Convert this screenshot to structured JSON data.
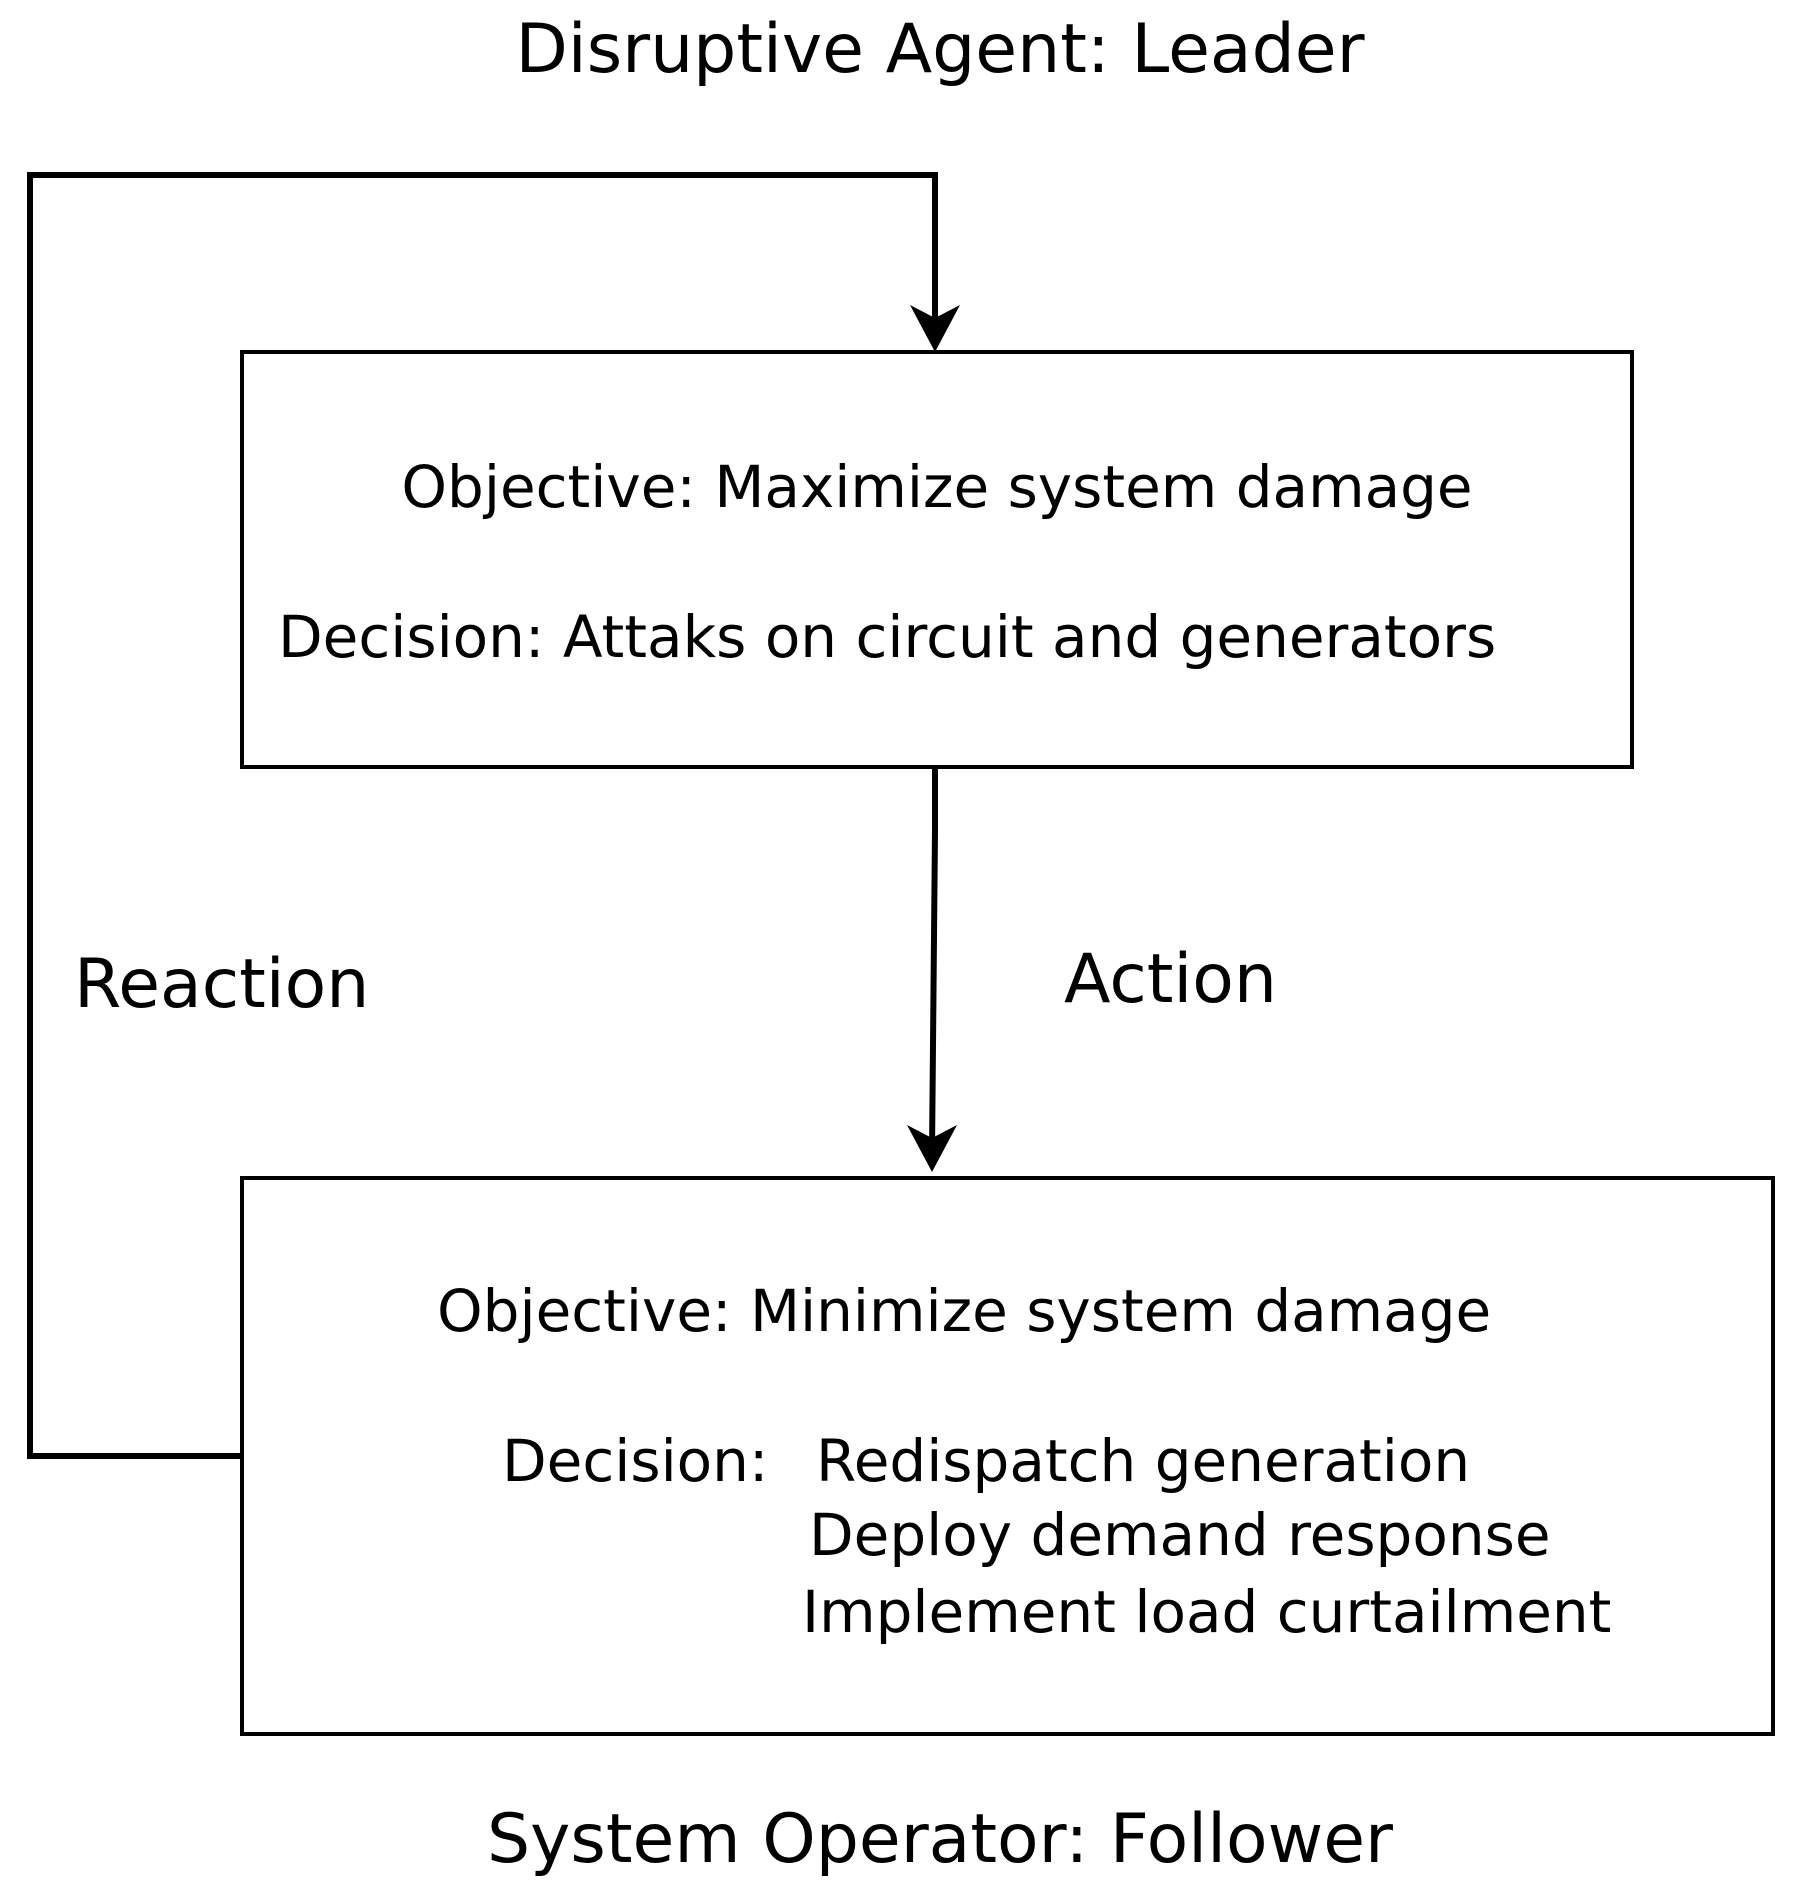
{
  "leader": {
    "title": "Disruptive Agent: Leader",
    "objective": "Objective: Maximize system damage",
    "decision": "Decision: Attaks on circuit and generators"
  },
  "follower": {
    "title": "System Operator: Follower",
    "objective": "Objective: Minimize system damage",
    "decision_label": "Decision: ",
    "decisions": [
      "Redispatch generation",
      "Deploy demand response",
      "Implement load curtailment"
    ]
  },
  "edges": {
    "action_label": "Action",
    "reaction_label": "Reaction"
  }
}
